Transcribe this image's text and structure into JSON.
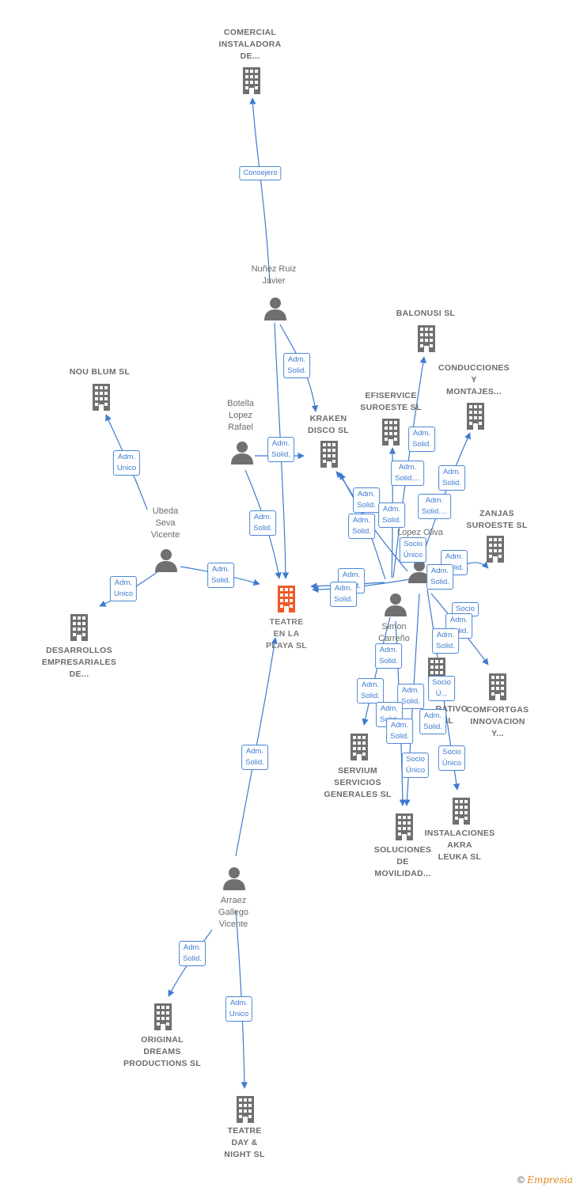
{
  "colors": {
    "edge": "#3d7bd0",
    "node": "#707070",
    "focus": "#f05a28"
  },
  "nodes": [
    {
      "id": "comercial",
      "type": "company",
      "label": "COMERCIAL\nINSTALADORA\nDE..."
    },
    {
      "id": "nunez",
      "type": "person",
      "label": "Nuñez Ruiz\nJavier"
    },
    {
      "id": "balonusi",
      "type": "company",
      "label": "BALONUSI  SL"
    },
    {
      "id": "noublum",
      "type": "company",
      "label": "NOU BLUM SL"
    },
    {
      "id": "conducciones",
      "type": "company",
      "label": "CONDUCCIONES\nY\nMONTAJES..."
    },
    {
      "id": "efiservice",
      "type": "company",
      "label": "EFISERVICE\nSUROESTE  SL"
    },
    {
      "id": "botella",
      "type": "person",
      "label": "Botella\nLopez\nRafael"
    },
    {
      "id": "kraken",
      "type": "company",
      "label": "KRAKEN\nDISCO  SL"
    },
    {
      "id": "zanjas",
      "type": "company",
      "label": "ZANJAS\nSUROESTE  SL"
    },
    {
      "id": "ubeda",
      "type": "person",
      "label": "Ubeda\nSeva\nVicente"
    },
    {
      "id": "lopez",
      "type": "person",
      "label": "Lopez Oliva"
    },
    {
      "id": "teatre",
      "type": "focus",
      "label": "TEATRE\nEN LA\nPLAYA  SL"
    },
    {
      "id": "simon",
      "type": "person",
      "label": "Simon\nCarreño"
    },
    {
      "id": "desarrollos",
      "type": "company",
      "label": "DESARROLLOS\nEMPRESARIALES\nDE..."
    },
    {
      "id": "comfortgas",
      "type": "company",
      "label": "COMFORTGAS\nINNOVACION\nY..."
    },
    {
      "id": "hidden",
      "type": "company",
      "label": "...RATIVO\nSL"
    },
    {
      "id": "servium",
      "type": "company",
      "label": "SERVIUM\nSERVICIOS\nGENERALES SL"
    },
    {
      "id": "instalaciones",
      "type": "company",
      "label": "INSTALACIONES\nAKRA\nLEUKA  SL"
    },
    {
      "id": "soluciones",
      "type": "company",
      "label": "SOLUCIONES\nDE\nMOVILIDAD..."
    },
    {
      "id": "arraez",
      "type": "person",
      "label": "Arraez\nGallego\nVicente"
    },
    {
      "id": "original",
      "type": "company",
      "label": "ORIGINAL\nDREAMS\nPRODUCTIONS SL"
    },
    {
      "id": "teatreday",
      "type": "company",
      "label": "TEATRE\nDAY &\nNIGHT SL"
    }
  ],
  "edges": [
    {
      "from": "nunez",
      "to": "comercial",
      "label": "Consejero"
    },
    {
      "from": "nunez",
      "to": "kraken",
      "label": "Adm.\nSolid."
    },
    {
      "from": "nunez",
      "to": "teatre",
      "label": ""
    },
    {
      "from": "botella",
      "to": "kraken",
      "label": "Adm.\nSolid."
    },
    {
      "from": "botella",
      "to": "teatre",
      "label": "Adm.\nSolid."
    },
    {
      "from": "ubeda",
      "to": "noublum",
      "label": "Adm.\nUnico"
    },
    {
      "from": "ubeda",
      "to": "desarrollos",
      "label": "Adm.\nUnico"
    },
    {
      "from": "ubeda",
      "to": "teatre",
      "label": "Adm.\nSolid."
    },
    {
      "from": "arraez",
      "to": "teatre",
      "label": "Adm.\nSolid."
    },
    {
      "from": "arraez",
      "to": "original",
      "label": "Adm.\nSolid."
    },
    {
      "from": "arraez",
      "to": "teatreday",
      "label": "Adm.\nUnico"
    },
    {
      "from": "simon",
      "to": "teatre",
      "label": "Adm.\nSolid."
    },
    {
      "from": "simon",
      "to": "kraken",
      "label": "Adm.\nSolid."
    },
    {
      "from": "simon",
      "to": "balonusi",
      "label": "Adm.\nSolid."
    },
    {
      "from": "simon",
      "to": "efiservice",
      "label": "Adm.\nSolid...."
    },
    {
      "from": "simon",
      "to": "servium",
      "label": "Adm.\nSolid."
    },
    {
      "from": "simon",
      "to": "soluciones",
      "label": "Socio\nÚnico"
    },
    {
      "from": "lopez",
      "to": "kraken",
      "label": "Adm.\nSolid."
    },
    {
      "from": "lopez",
      "to": "teatre",
      "label": "Adm.\nSolid."
    },
    {
      "from": "lopez",
      "to": "conducciones",
      "label": "Adm.\nSolid."
    },
    {
      "from": "lopez",
      "to": "zanjas",
      "label": "Adm.\nSolid."
    },
    {
      "from": "lopez",
      "to": "comfortgas",
      "label": "Adm.\nSolid."
    },
    {
      "from": "lopez",
      "to": "instalaciones",
      "label": "Socio\nÚnico"
    },
    {
      "from": "lopez",
      "to": "soluciones",
      "label": "Adm.\nSolid."
    }
  ],
  "badges": [
    {
      "text": "Consejero"
    },
    {
      "text": "Adm.\nSolid."
    },
    {
      "text": "Adm.\nSolid."
    },
    {
      "text": "Adm.\nUnico"
    },
    {
      "text": "Adm.\nSolid."
    },
    {
      "text": "Adm.\nSolid."
    },
    {
      "text": "Adm.\nSolid...."
    },
    {
      "text": "Adm.\nSolid."
    },
    {
      "text": "Adm.\nSolid."
    },
    {
      "text": "Adm.\nSolid...."
    },
    {
      "text": "Adm.\nSolid."
    },
    {
      "text": "Adm.\nSolid."
    },
    {
      "text": "Adm.\nSolid."
    },
    {
      "text": "Adm.\nSolid."
    },
    {
      "text": "Socio\nÚnico"
    },
    {
      "text": "Adm.\nUnico"
    },
    {
      "text": "Adm.\nSolid."
    },
    {
      "text": "Adm.\nSolid."
    },
    {
      "text": "Adm.\nSolid."
    },
    {
      "text": "Socio"
    },
    {
      "text": "Adm.\nSolid."
    },
    {
      "text": "Adm.\nSolid."
    },
    {
      "text": "Adm.\nSolid."
    },
    {
      "text": "Adm.\nSolid."
    },
    {
      "text": "Adm.\nSolid."
    },
    {
      "text": "Socio\nÚ..."
    },
    {
      "text": "Adm.\nSolid."
    },
    {
      "text": "Adm.\nSolid."
    },
    {
      "text": "Adm.\nSolid."
    },
    {
      "text": "Socio\nÚnico"
    },
    {
      "text": "Socio\nÚnico"
    },
    {
      "text": "Adm.\nSolid."
    },
    {
      "text": "Adm.\nSolid."
    },
    {
      "text": "Adm.\nUnico"
    }
  ],
  "footer": {
    "copyright": "©",
    "brand": "Empresia"
  }
}
